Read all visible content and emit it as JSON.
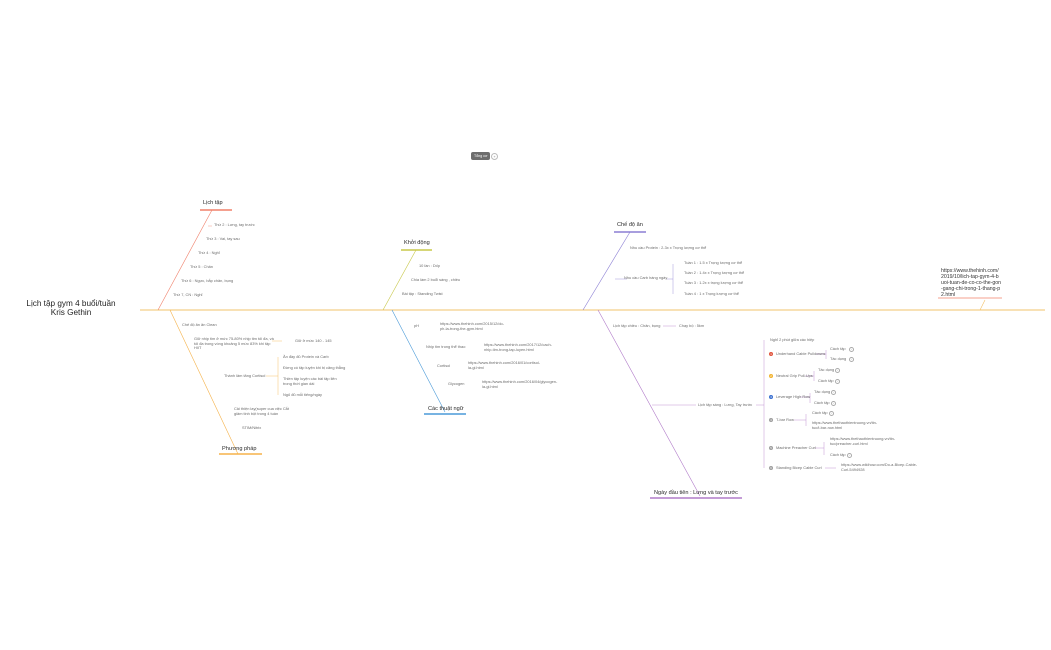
{
  "toolbar": {
    "tag_label": "Tổng cơ",
    "plus_label": "+"
  },
  "root": {
    "title_line1": "Lịch tập gym 4 buổi/tuần",
    "title_line2": "Kris Gethin",
    "url": "https://www.thehinh.com/2019/10/lich-tap-gym-4-buoi-tuan-de-co-co-the-gon-gang-chi-trong-1-thang-p2.html"
  },
  "branches": {
    "lich_tap": {
      "title": "Lịch tập",
      "color": "#f0806a",
      "items": [
        "Thứ 2 : Lưng, tay trước",
        "Thứ 3 : Vai, tay sau",
        "Thứ 4 : Nghỉ",
        "Thứ 5 : Chân",
        "Thứ 6 : Ngực, bắp chân, bụng",
        "Thứ 7, CN : Nghỉ"
      ]
    },
    "khoi_dong": {
      "title": "Khởi động",
      "color": "#c8c84a",
      "items": [
        "10 lần : Dốp",
        "Chia làm 2 buổi sáng , chiều",
        "Bài tập : Standing Twist"
      ]
    },
    "che_do_an": {
      "title": "Chế độ ăn",
      "color": "#8b7fd4",
      "protein": "Nhu cầu Protein : 2-3x x Trọng lượng cơ thể",
      "carb_label": "Nhu cầu Carb hàng ngày",
      "weeks": [
        "Tuần 1 : 1.5 x Trọng lượng cơ thể",
        "Tuần 2 : 1.4x x Trọng lượng cơ thể",
        "Tuần 3 : 1.2x x trọng lượng cơ thể",
        "Tuần 4 : 1 x Trọng lượng cơ thể"
      ]
    },
    "phuong_phap": {
      "title": "Phương pháp",
      "color": "#f5b24a",
      "item1": "Chế độ ăn ăn Clean",
      "item2": "Giữ nhịp tim ở mức 75-80% nhịp tim tối đa, và tối đa trong vòng khoảng 5 mức 83% khi tập HIIT",
      "item2_child": "Giữ ở mức 140 - 145",
      "item3": "Thành lâm tăng Cortisol",
      "item3_children": [
        "Ăn đầy đủ Protein và Carb",
        "Đừng có tập luyện khi bị căng thẳng",
        "Thiền tập luyện các bài tập liên trong thời gian dài",
        "Ngủ đủ mỗi tiếng/ngày"
      ],
      "item4": "Cải thiện lay(super cua việc Cắt giảm tinh bột trong 4 tuần",
      "item5": "STIM/Nitrix"
    },
    "cac_thuat_ngu": {
      "title": "Các thuật ngữ",
      "color": "#4a9ad8",
      "items": [
        {
          "term": "pH",
          "url": "https://www.thehinh.com/2015/12/do-ph-la-trong-the-gym.html"
        },
        {
          "term": "Nhịp tim trong thể thao",
          "url": "https://www.thehinh.com/2017/12/cach-nhip-tim-trong-tap-luyen.html"
        },
        {
          "term": "Cortisol",
          "url": "https://www.thehinh.com/2016/01/cortisol-la-gi.html"
        },
        {
          "term": "Glycogen",
          "url": "https://www.thehinh.com/2016/04/glycogen-la-gi.html"
        }
      ]
    },
    "ngay_dau_tien": {
      "title": "Ngày đầu tiên : Lưng và tay trước",
      "color": "#b17bc9",
      "warmup": "Lịch tập chiều : Chân, bụng",
      "warmup_child": "Chạy bộ : 5km",
      "session": "Lịch tập sáng : Lưng, Tay trước",
      "rest": "Nghỉ 2 phút giữa các hiệp",
      "exercises": [
        {
          "name": "Underhand Cable Pulldowns",
          "num": "1",
          "color": "#e0533c",
          "children": [
            "Cách tập",
            "Tác dụng"
          ]
        },
        {
          "name": "Neutral Grip Pull-Ups",
          "num": "2",
          "color": "#f2b330",
          "children": [
            "Tác dụng",
            "Cách tập"
          ]
        },
        {
          "name": "Leverage High Row",
          "num": "3",
          "color": "#3a6fd0",
          "children": [
            "Tác dụng",
            "Cách tập"
          ]
        },
        {
          "name": "T-bar Row",
          "num": "4",
          "color": "#9e9e9e",
          "children": [
            "Cách tập",
            "https://www.thethaothientruong.vn/tin-tuc/t-bar-row.html"
          ]
        },
        {
          "name": "Machine Preacher Curl",
          "num": "5",
          "color": "#9e9e9e",
          "children": [
            "https://www.thethaothientruong.vn/tin-tuc/preacher-curl.html",
            "Cách tập"
          ]
        },
        {
          "name": "Standing Bicep Cable Curl",
          "num": "6",
          "color": "#9e9e9e",
          "children": [
            "https://www.wikihow.com/Do-a-Bicep-Cable-Curl-5494928"
          ]
        }
      ]
    }
  }
}
